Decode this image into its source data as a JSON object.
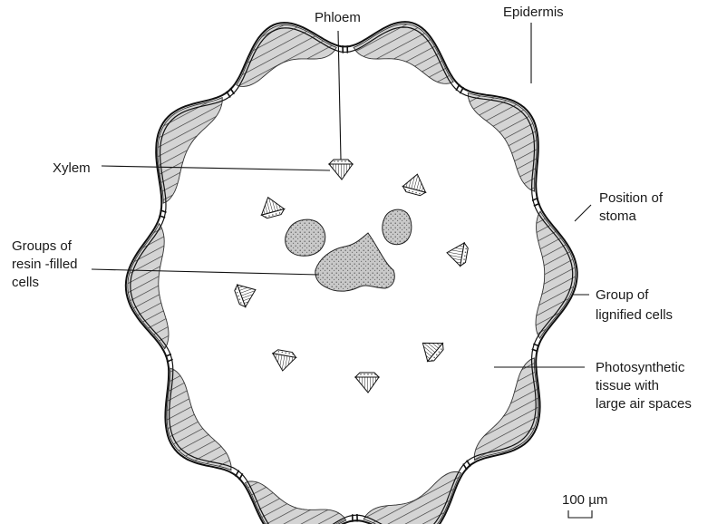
{
  "labels": {
    "phloem": "Phloem",
    "epidermis": "Epidermis",
    "xylem": "Xylem",
    "stoma_1": "Position of",
    "stoma_2": "stoma",
    "resin_1": "Groups of",
    "resin_2": "resin -filled",
    "resin_3": "cells",
    "lignified_1": "Group of",
    "lignified_2": "lignified cells",
    "photo_1": "Photosynthetic",
    "photo_2": "tissue with",
    "photo_3": "large air spaces",
    "scale": "100 µm"
  }
}
